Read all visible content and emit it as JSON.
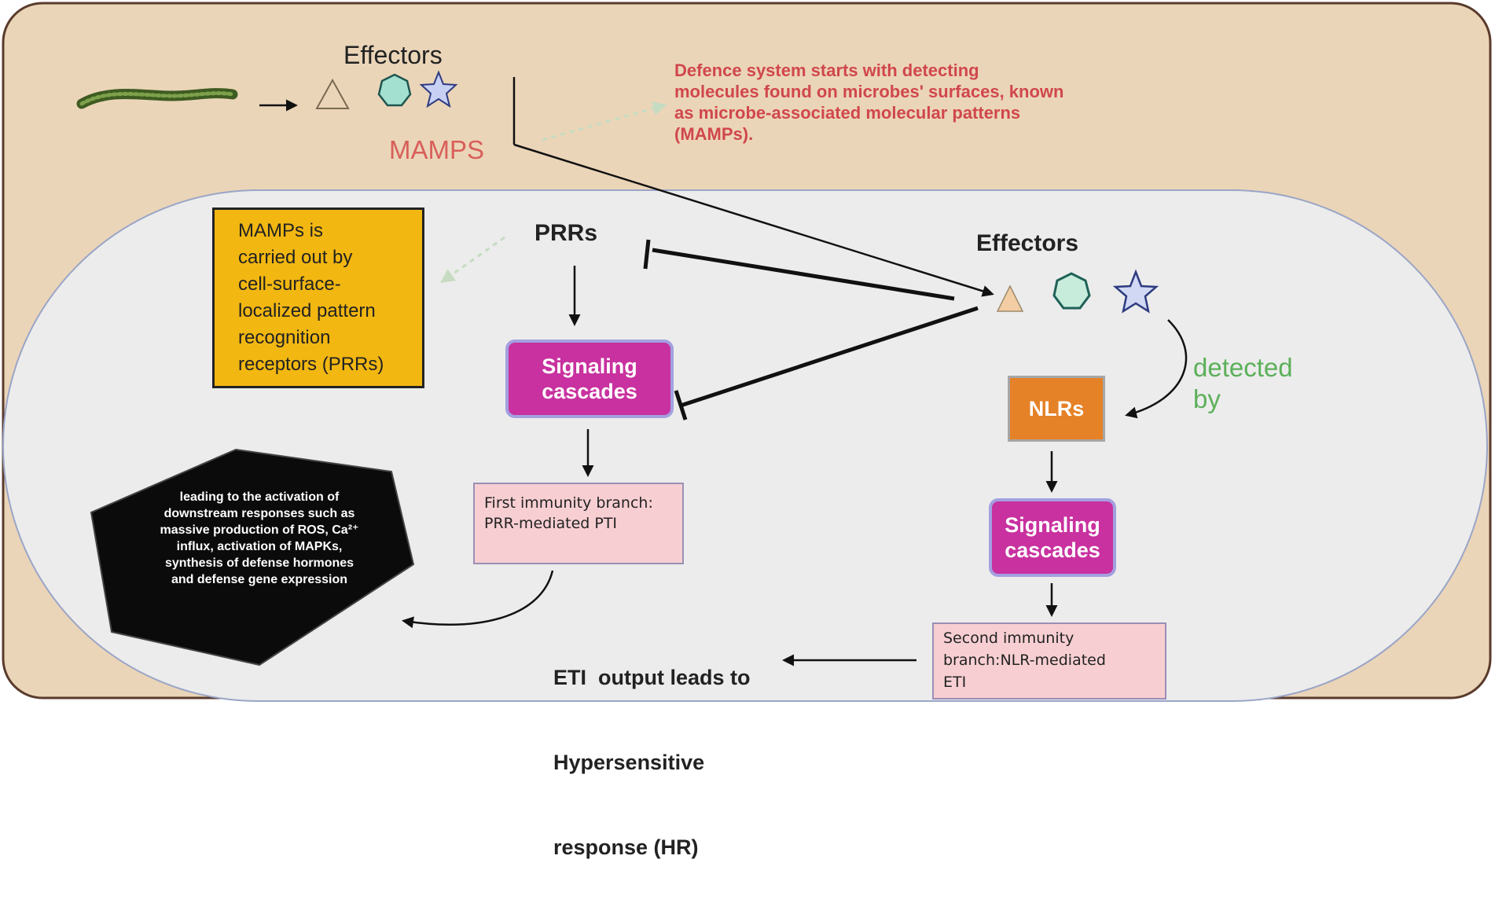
{
  "diagram": {
    "outer": {
      "effectors_label": "Effectors",
      "mamps_label": "MAMPS",
      "note": [
        "Defence system starts with detecting",
        "molecules found on microbes' surfaces, known",
        "as microbe-associated molecular patterns",
        "(MAMPs)."
      ]
    },
    "cell": {
      "prr_note": [
        "MAMPs is",
        "carried out by",
        "cell-surface-",
        "localized pattern",
        "recognition",
        "receptors (PRRs)"
      ],
      "prrs_label": "PRRs",
      "effectors_label": "Effectors",
      "left_signaling": [
        "Signaling",
        "cascades"
      ],
      "first_branch": [
        "First immunity branch:",
        "PRR-mediated PTI"
      ],
      "hexagon_text": [
        "leading to the activation of",
        "downstream responses such as",
        "massive production of ROS, Ca²⁺",
        "influx, activation of MAPKs,",
        "synthesis of defense hormones",
        "and defense gene expression"
      ],
      "detected_by": [
        "detected",
        "by"
      ],
      "nlrs_label": "NLRs",
      "right_signaling": [
        "Signaling",
        "cascades"
      ],
      "second_branch": [
        "Second immunity",
        "branch:NLR-mediated",
        "ETI"
      ],
      "eti_output": [
        "ETI  output leads to",
        "Hypersensitive",
        "response (HR)"
      ]
    },
    "colors": {
      "outer_fill": "#ebd5b8",
      "cell_fill": "#ececec",
      "note_red": "#d0474c",
      "mamps_red": "#d85f5a",
      "detected_green": "#5cb05a",
      "prr_note_fill": "#f2b711",
      "signaling_fill": "#c8319f",
      "nlr_fill": "#e58127",
      "branch_fill": "#f7cfd2",
      "hexagon_fill": "#0b0b0b"
    }
  }
}
